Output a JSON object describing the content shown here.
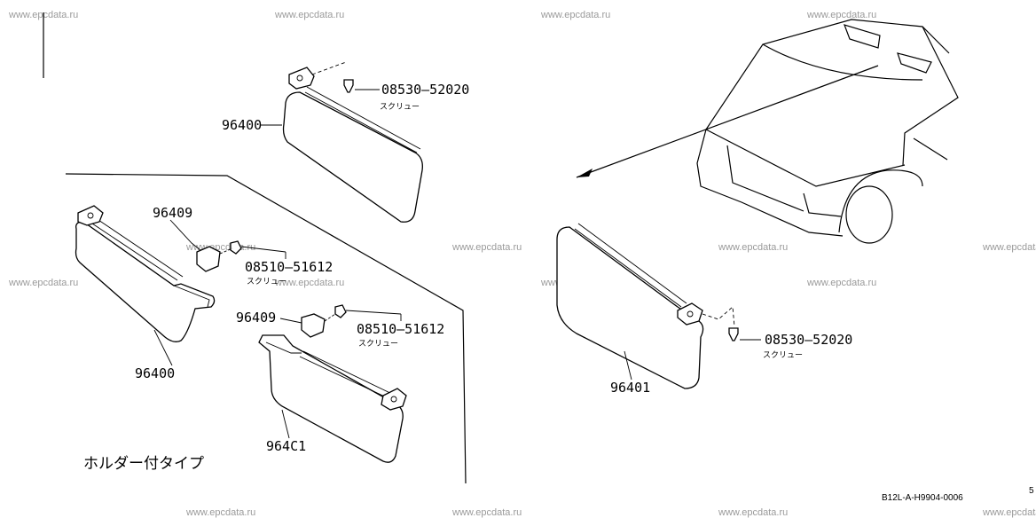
{
  "watermark": "www.epcdata.ru",
  "labels": {
    "top_visor_part": "96400",
    "top_screw_part": "08530–52020",
    "top_screw_name": "スクリュー",
    "left_holder_part": "96409",
    "left_screw_part": "08510–51612",
    "left_screw_name": "スクリュー",
    "left_visor_part": "96400",
    "mid_holder_part": "96409",
    "mid_screw_part": "08510–51612",
    "mid_screw_name": "スクリュー",
    "mid_visor_part": "964C1",
    "right_visor_part": "96401",
    "right_screw_part": "08530–52020",
    "right_screw_name": "スクリュー"
  },
  "caption": "ホルダー付タイプ",
  "diagram_code": "B12L-A-H9904-0006",
  "edge_mark": "5"
}
